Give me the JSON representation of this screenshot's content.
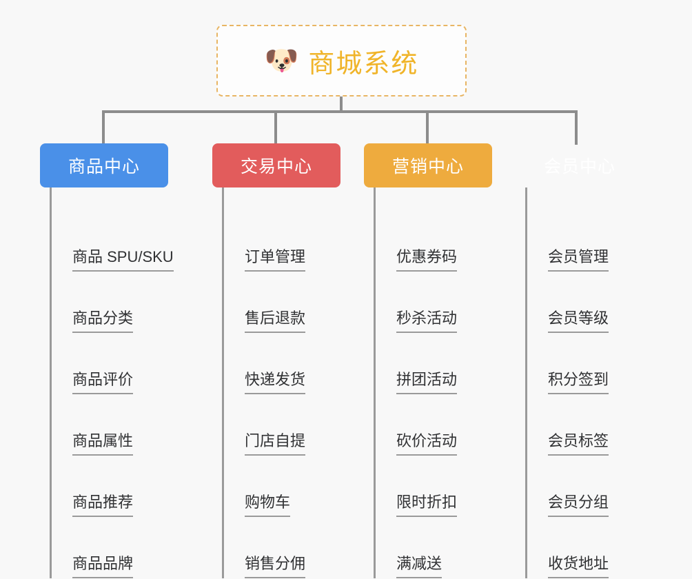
{
  "diagram": {
    "type": "org-chart",
    "background_color": "#f8f8f8",
    "connector_color": "#8c8c8c",
    "root": {
      "icon": "shiba-dog-face-icon",
      "icon_glyph": "🐶",
      "title": "商城系统",
      "text_color": "#f0b429",
      "border_color": "#e8b563",
      "border_style": "dashed",
      "background_color": "#fdfdfd"
    },
    "columns": [
      {
        "id": "product-center",
        "header": "商品中心",
        "color": "#4a90e8",
        "items": [
          "商品 SPU/SKU",
          "商品分类",
          "商品评价",
          "商品属性",
          "商品推荐",
          "商品品牌"
        ]
      },
      {
        "id": "trade-center",
        "header": "交易中心",
        "color": "#e25c5c",
        "items": [
          "订单管理",
          "售后退款",
          "快递发货",
          "门店自提",
          "购物车",
          "销售分佣"
        ]
      },
      {
        "id": "marketing-center",
        "header": "营销中心",
        "color": "#eeab3e",
        "items": [
          "优惠券码",
          "秒杀活动",
          "拼团活动",
          "砍价活动",
          "限时折扣",
          "满减送"
        ]
      },
      {
        "id": "member-center",
        "header": "会员中心",
        "color": "#78c council",
        "items": [
          "会员管理",
          "会员等级",
          "积分签到",
          "会员标签",
          "会员分组",
          "收货地址"
        ]
      }
    ]
  }
}
